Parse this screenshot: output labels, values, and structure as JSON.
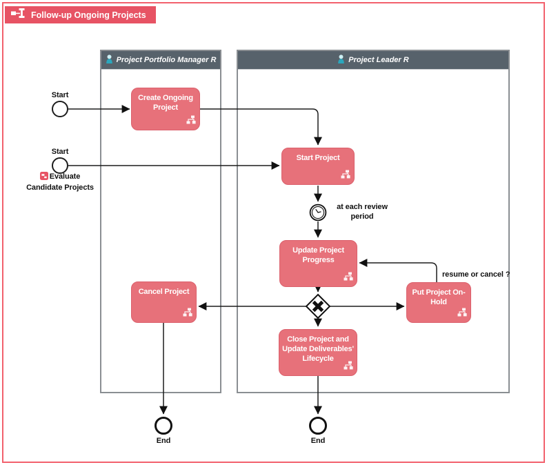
{
  "colors": {
    "accent": "#e75364",
    "frame_border": "#f2606c",
    "task_fill": "#e7717a",
    "task_border": "#db606c",
    "task_text": "#ffffff",
    "lane_header_bg": "#57626b",
    "lane_border": "#8a8e92",
    "edge": "#1b1b1b",
    "person_icon": "#2ba7bd"
  },
  "header": {
    "title": "Follow-up Ongoing Projects"
  },
  "lanes": [
    {
      "label": "Project Portfolio Manager R"
    },
    {
      "label": "Project Leader R"
    }
  ],
  "tasks": {
    "create_ongoing": {
      "label": "Create Ongoing Project"
    },
    "start_project": {
      "label": "Start Project"
    },
    "update_progress": {
      "label": "Update Project Progress"
    },
    "cancel_project": {
      "label": "Cancel Project"
    },
    "put_on_hold": {
      "label": "Put Project On-Hold"
    },
    "close_project": {
      "label": "Close Project and Update Deliverables' Lifecycle"
    }
  },
  "events": {
    "start_top": {
      "label": "Start"
    },
    "start_bottom": {
      "label": "Start",
      "note_line1": "Evaluate",
      "note_line2": "Candidate Projects"
    },
    "timer": {
      "label": "at each review period"
    },
    "end_left": {
      "label": "End"
    },
    "end_right": {
      "label": "End"
    }
  },
  "edge_labels": {
    "resume_or_cancel": "resume or cancel ?"
  }
}
